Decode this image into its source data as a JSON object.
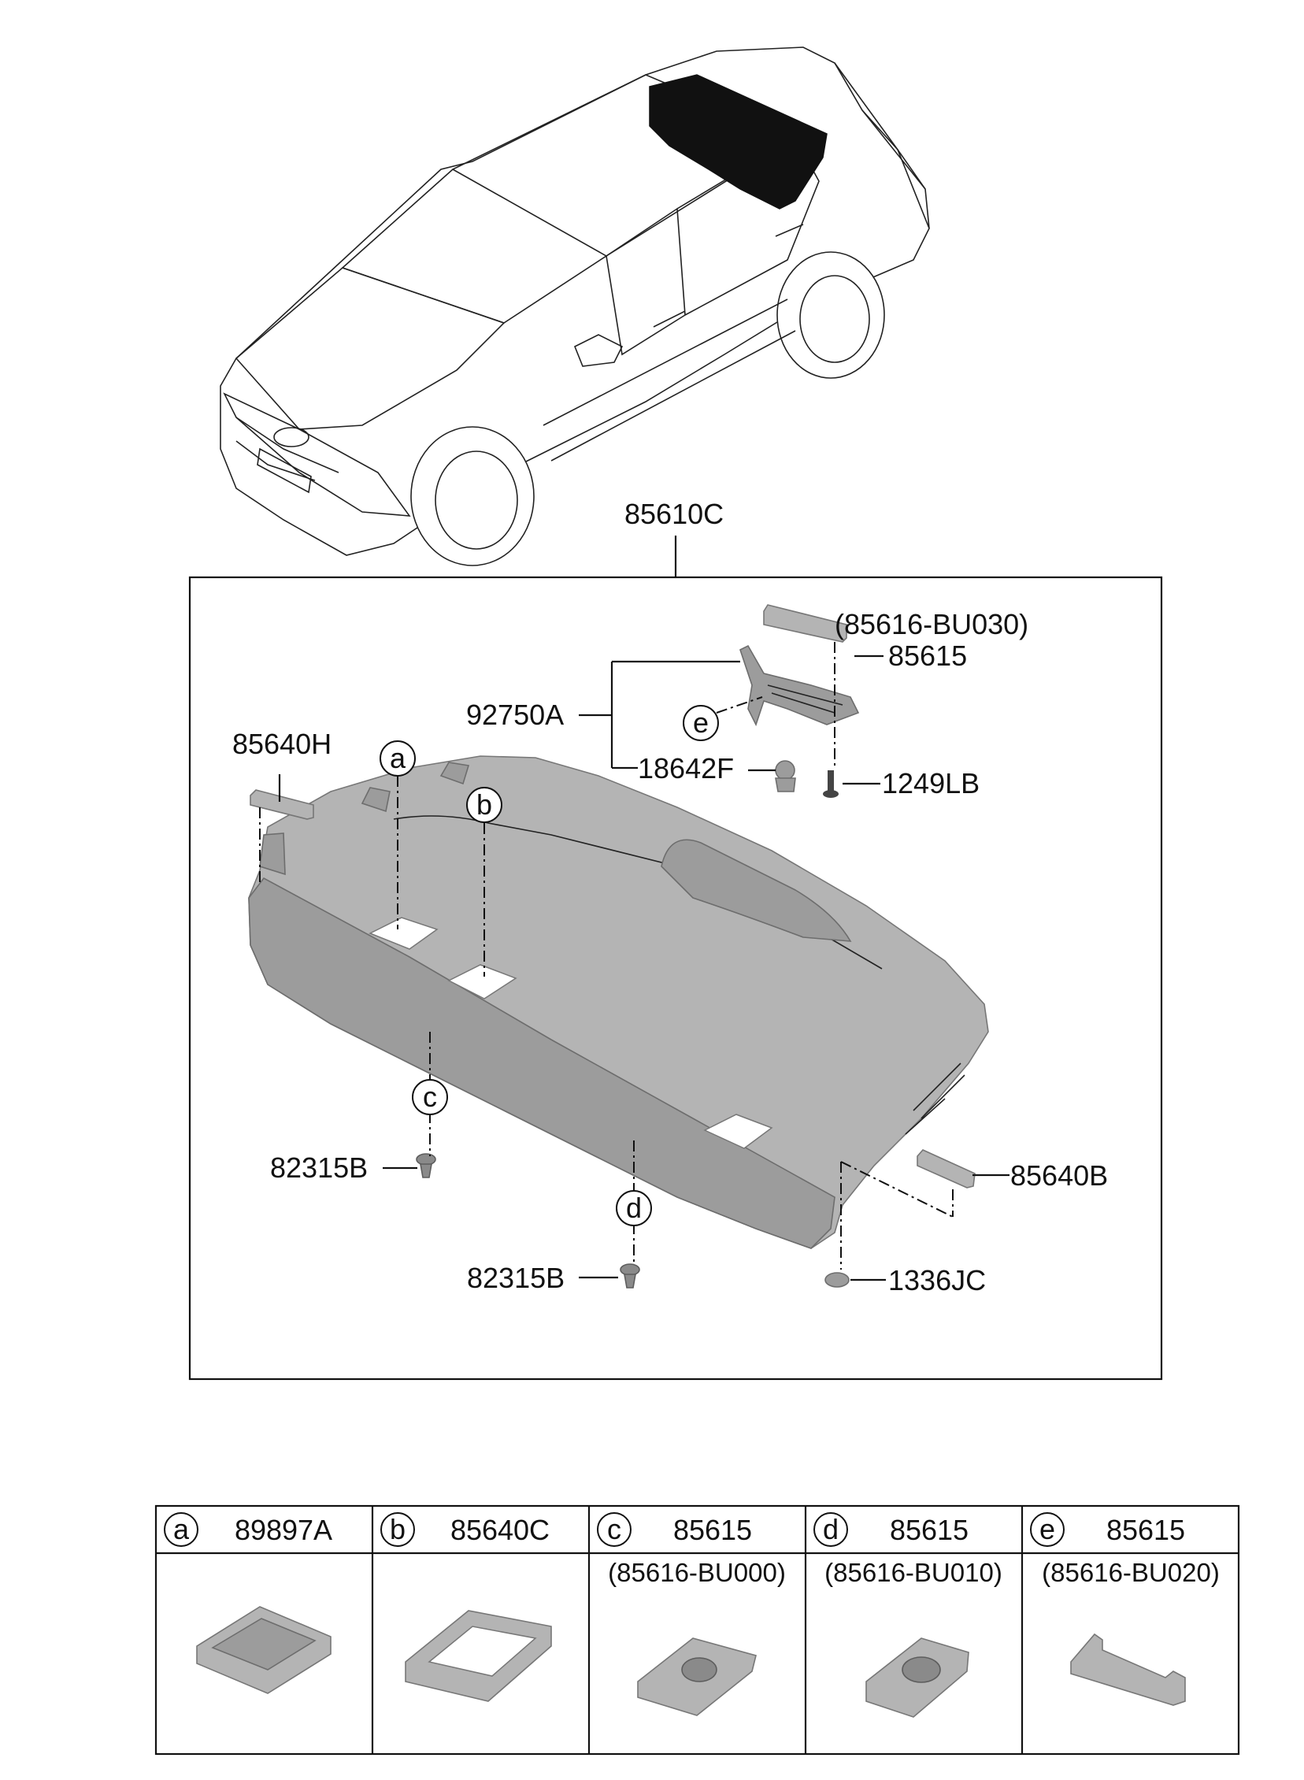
{
  "diagram": {
    "assembly_label": "85610C",
    "callouts": {
      "p85616_bu030": "(85616-BU030)",
      "p85615": "85615",
      "p92750a": "92750A",
      "p18642f": "18642F",
      "p1249lb": "1249LB",
      "p85640h": "85640H",
      "p82315b_left": "82315B",
      "p82315b_center": "82315B",
      "p85640b": "85640B",
      "p1336jc": "1336JC"
    },
    "markers": {
      "a": "a",
      "b": "b",
      "c": "c",
      "d": "d",
      "e": "e"
    }
  },
  "legend": {
    "cells": [
      {
        "letter": "a",
        "part": "89897A",
        "sub": ""
      },
      {
        "letter": "b",
        "part": "85640C",
        "sub": ""
      },
      {
        "letter": "c",
        "part": "85615",
        "sub": "(85616-BU000)"
      },
      {
        "letter": "d",
        "part": "85615",
        "sub": "(85616-BU010)"
      },
      {
        "letter": "e",
        "part": "85615",
        "sub": "(85616-BU020)"
      }
    ]
  },
  "colors": {
    "line": "#111111",
    "part_fill": "#b4b4b4",
    "highlight_fill": "#111111"
  }
}
